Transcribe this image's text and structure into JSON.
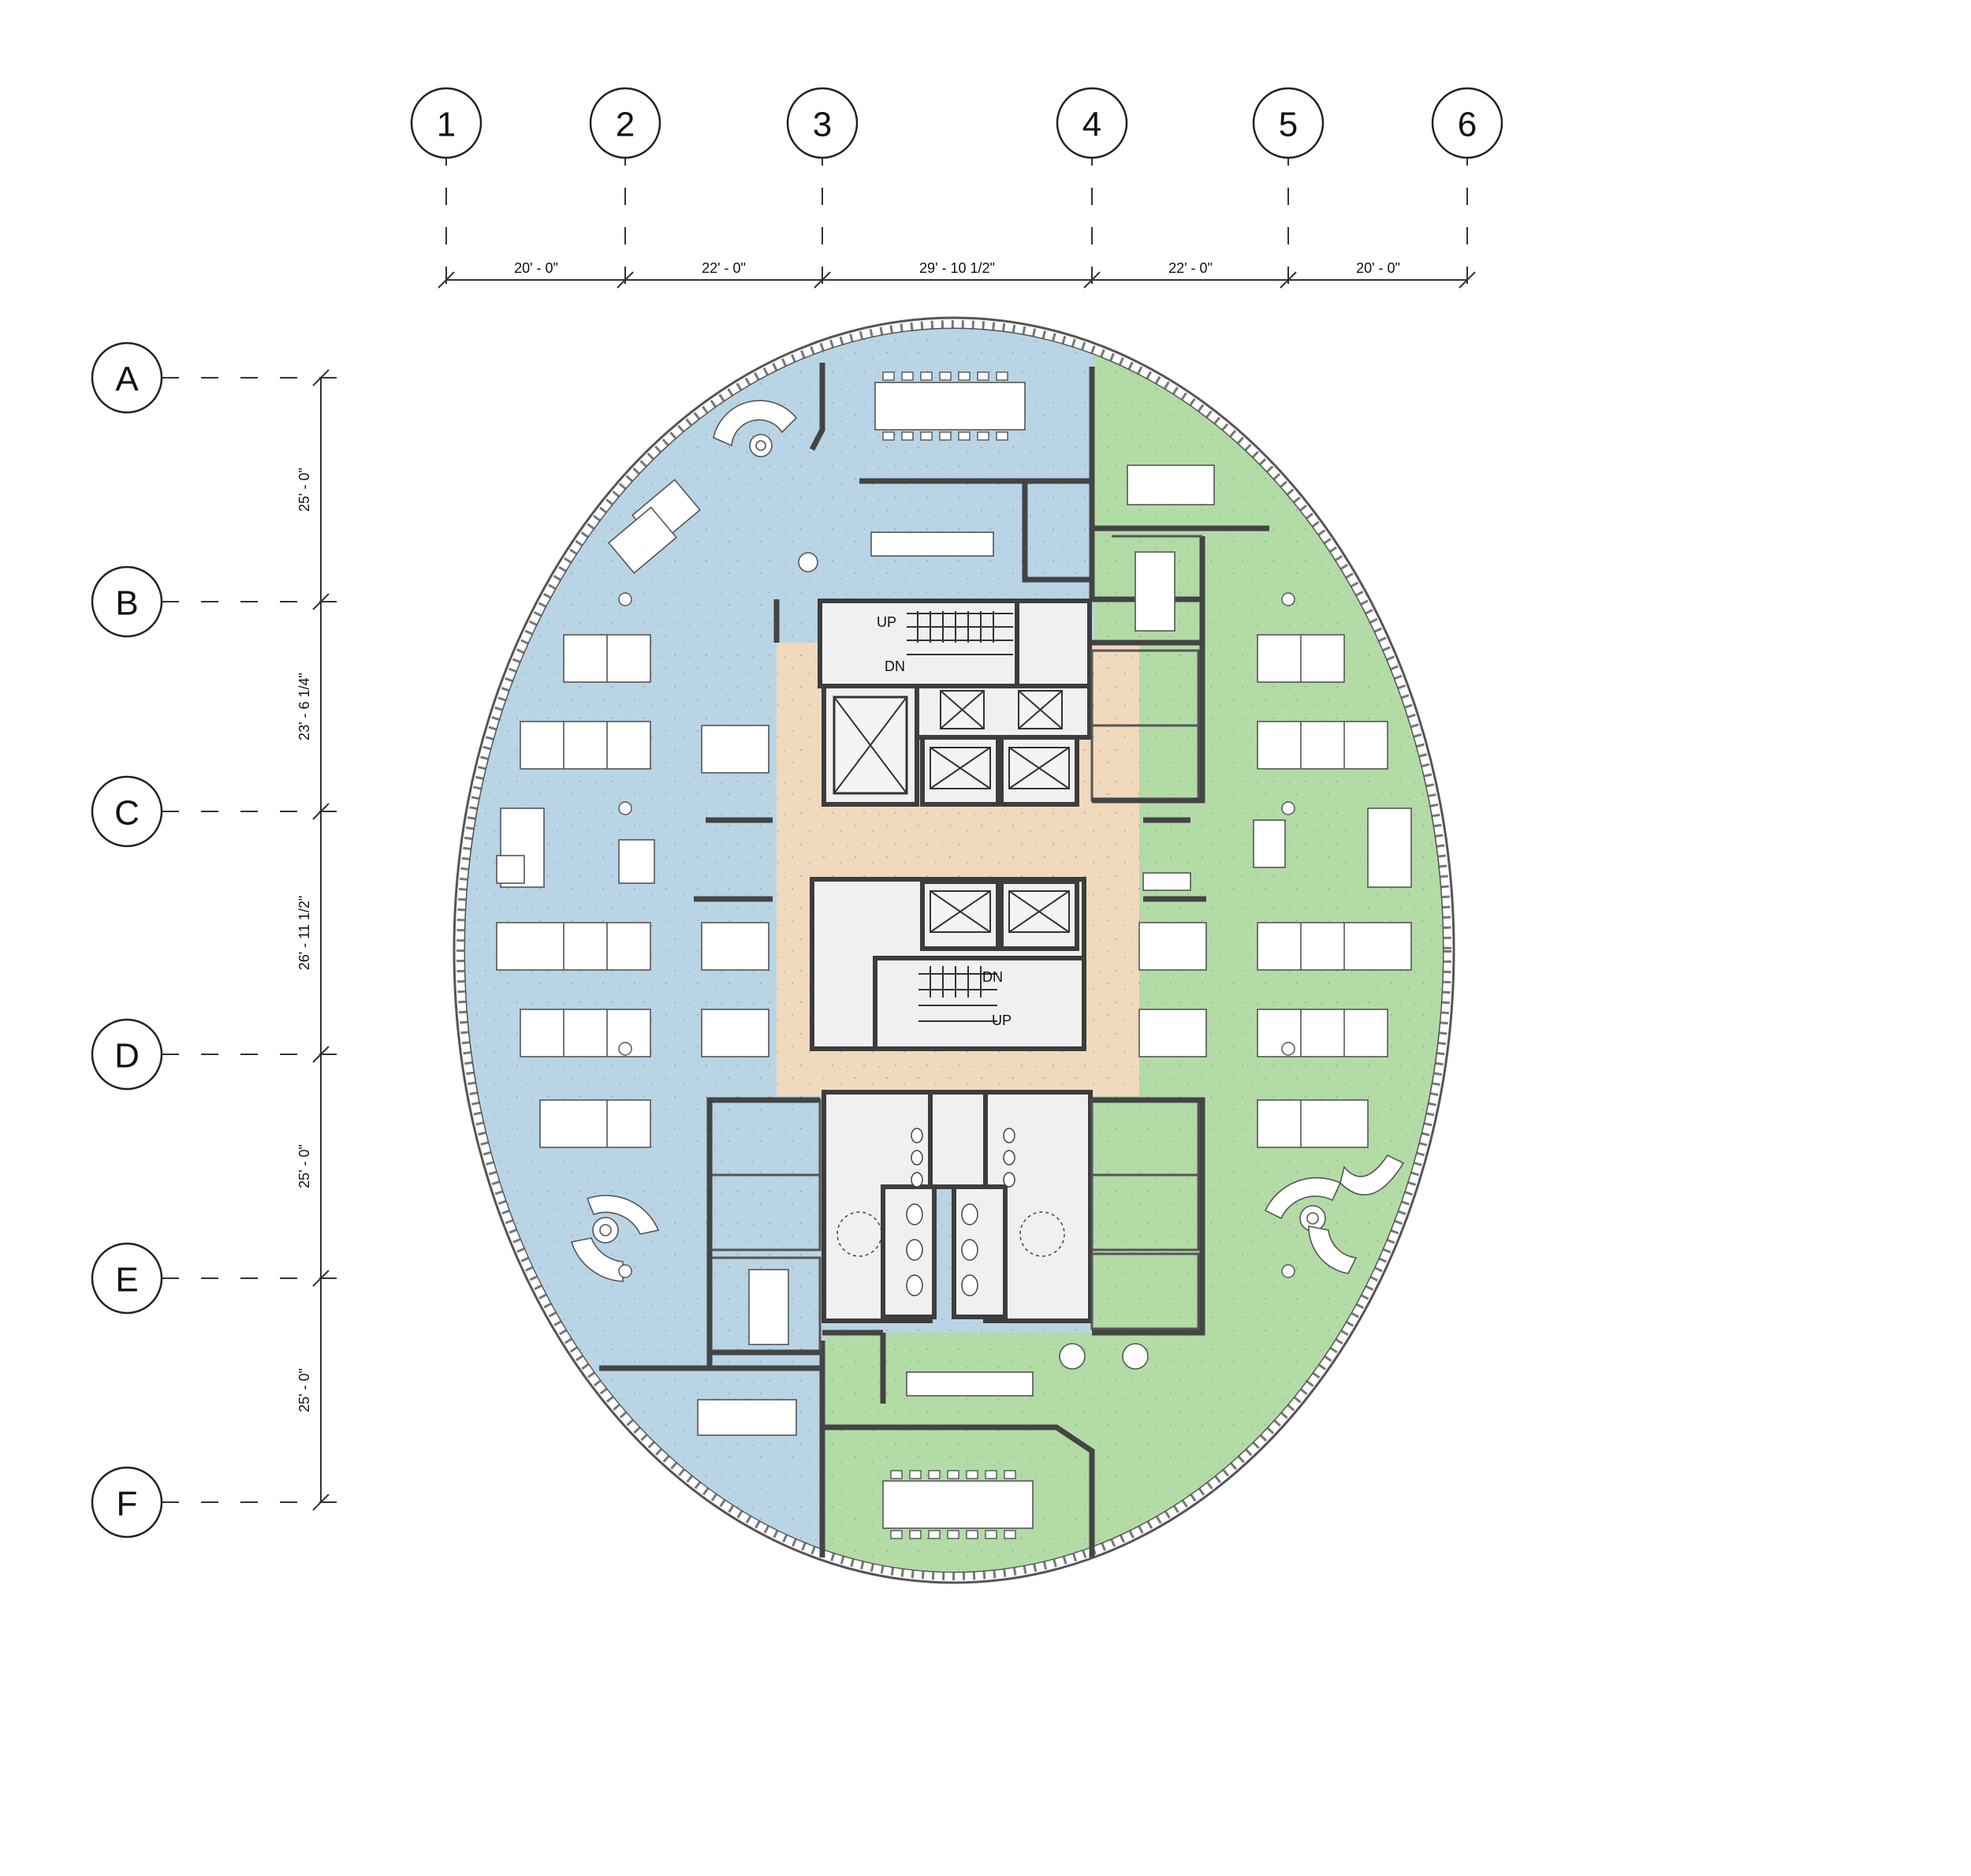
{
  "grid": {
    "columns": [
      "1",
      "2",
      "3",
      "4",
      "5",
      "6"
    ],
    "rows": [
      "A",
      "B",
      "C",
      "D",
      "E",
      "F"
    ]
  },
  "dimensions": {
    "horizontal": [
      "20' - 0\"",
      "22' - 0\"",
      "29' - 10 1/2\"",
      "22' - 0\"",
      "20' - 0\""
    ],
    "vertical": [
      "25' - 0\"",
      "23' - 6 1/4\"",
      "26' - 11 1/2\"",
      "25' - 0\"",
      "25' - 0\""
    ]
  },
  "stairs": {
    "upper": {
      "up": "UP",
      "down": "DN"
    },
    "lower": {
      "up": "UP",
      "down": "DN"
    }
  },
  "colors": {
    "zone_west": "#b9d4e5",
    "zone_east": "#b3dba6",
    "circulation": "#f1d9bd",
    "core": "#eeeeee",
    "walls": "#444444"
  }
}
